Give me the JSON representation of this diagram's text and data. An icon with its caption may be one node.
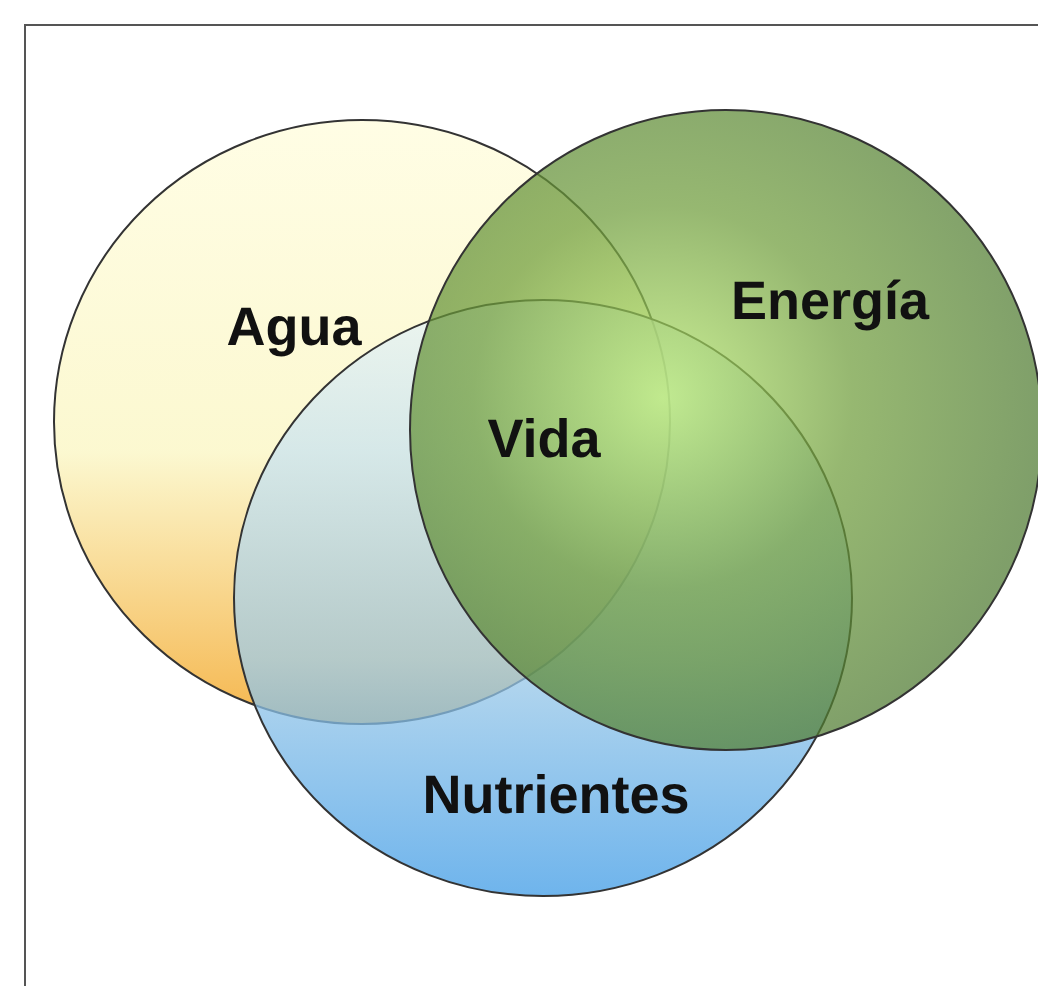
{
  "diagram": {
    "nodes": [
      {
        "text": [
          "Agua"
        ]
      },
      {
        "text": [
          "Energía"
        ]
      },
      {
        "text": [
          "Nutrientes"
        ]
      }
    ],
    "labels": [
      "Vida"
    ]
  }
}
